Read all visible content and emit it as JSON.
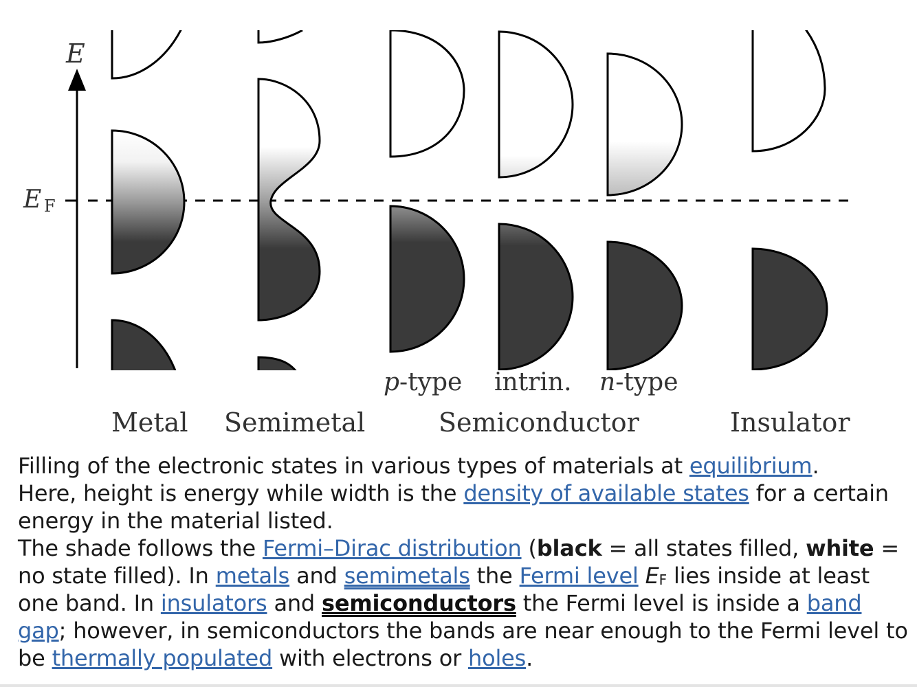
{
  "diagram": {
    "axis_label": "E",
    "fermi_label_main": "E",
    "fermi_label_sub": "F",
    "sublabels": {
      "p_type": "p",
      "p_type_suffix": "-type",
      "intrinsic": "intrin.",
      "n_type": "n",
      "n_type_suffix": "-type"
    },
    "categories": {
      "metal": "Metal",
      "semimetal": "Semimetal",
      "semiconductor": "Semiconductor",
      "insulator": "Insulator"
    },
    "colors": {
      "filled": "#3a3a3a",
      "empty": "#ffffff",
      "outline": "#000000"
    }
  },
  "caption": {
    "l1_a": "Filling of the electronic states in various types of materials at ",
    "l1_link": "equilibrium",
    "l1_b": ".",
    "l2_a": "Here, height is energy while width is the ",
    "l2_link": "density of available states",
    "l2_b": " for a certain energy in the material listed.",
    "l3_a": "The shade follows the ",
    "l3_link": "Fermi–Dirac distribution",
    "l3_b": " (",
    "l3_black": "black",
    "l3_c": " = all states filled, ",
    "l3_white": "white",
    "l3_d": " = no state filled). In ",
    "l3_metals": "metals",
    "l3_e": " and ",
    "l3_semimetals": "semimetals",
    "l3_f": " the ",
    "l3_fermi_level": "Fermi level",
    "l3_g": " ",
    "l3_ef": "E",
    "l3_ef_sub": "F",
    "l3_h": " lies inside at least one band. In ",
    "l3_insulators": "insulators",
    "l3_i": " and ",
    "l3_semiconductors": "semiconductors",
    "l3_j": " the Fermi level  is inside a ",
    "l3_band_gap": "band gap",
    "l3_k": "; however, in semiconductors the bands are near enough to the Fermi level to be ",
    "l3_thermally": "thermally populated",
    "l3_l": " with electrons or ",
    "l3_holes": "holes",
    "l3_m": "."
  }
}
